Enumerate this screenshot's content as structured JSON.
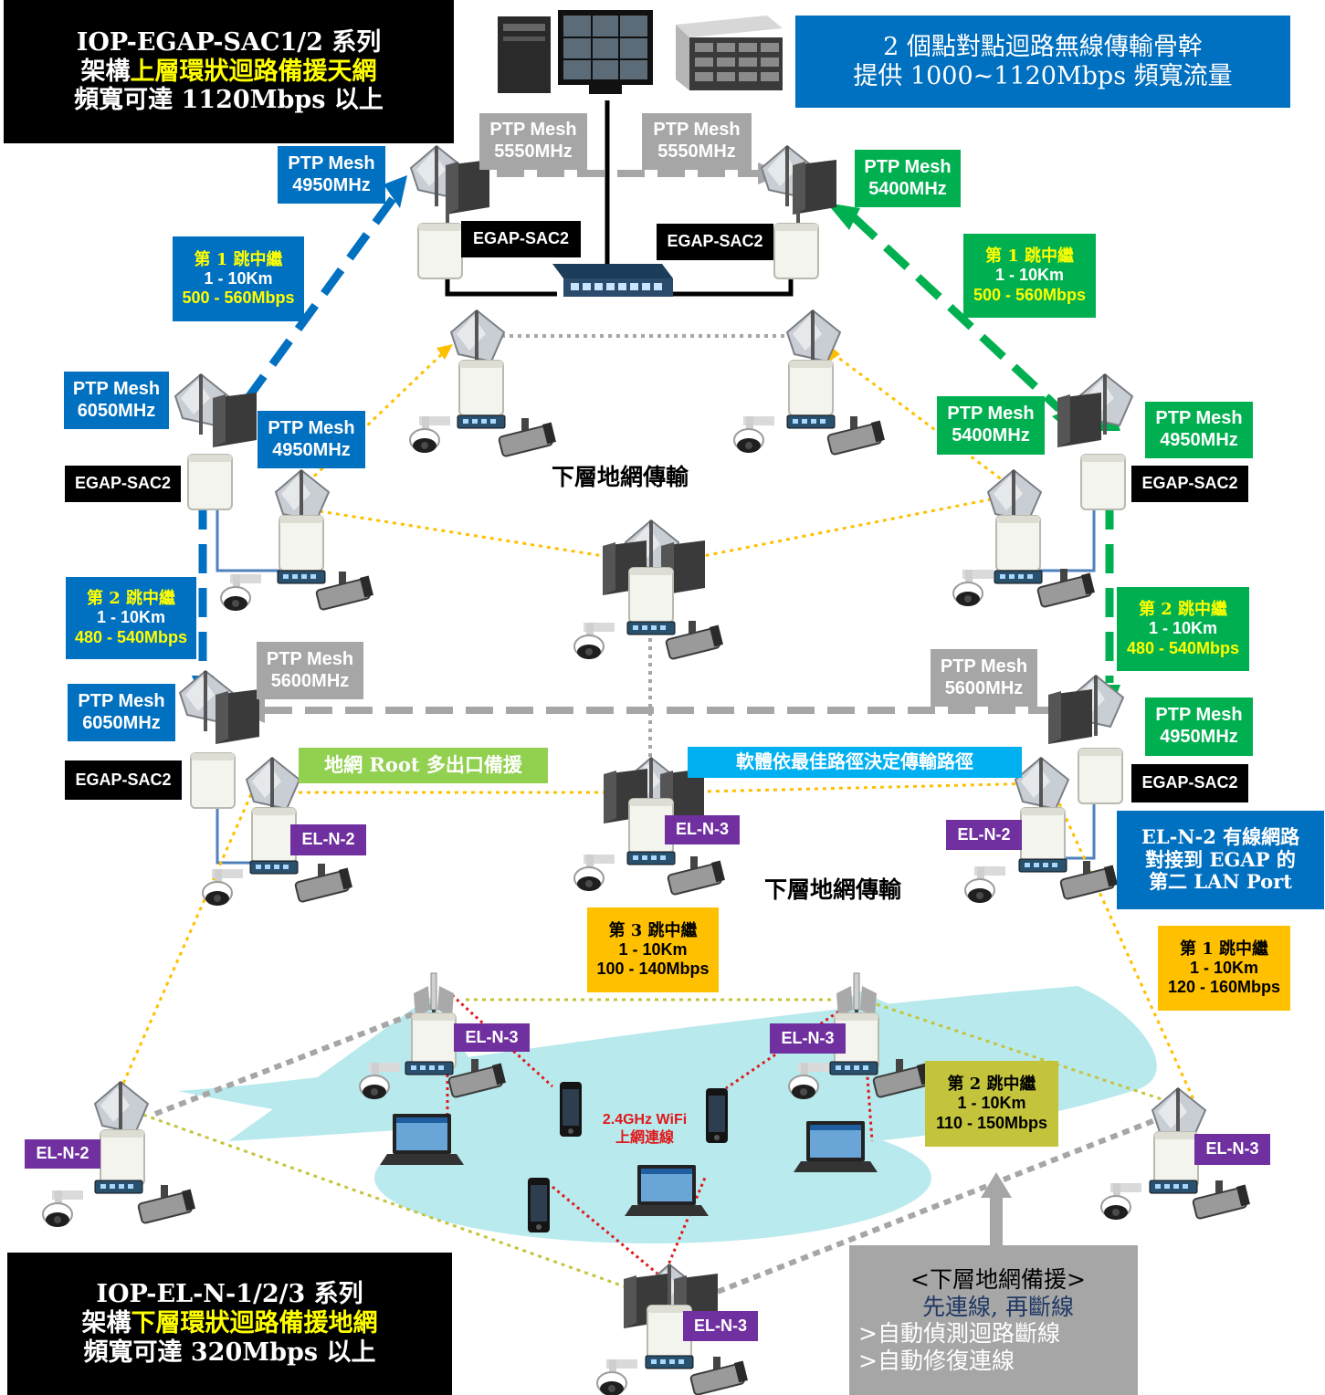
{
  "title_top_left": {
    "l1": "IOP-EGAP-SAC1/2 系列",
    "l2a": "架構",
    "l2b": "上層環狀迴路備援天網",
    "l3": "頻寬可達 1120Mbps 以上"
  },
  "title_top_right": {
    "l1": "2 個點對點迴路無線傳輸骨幹",
    "l2": "提供 1000~1120Mbps 頻寬流量"
  },
  "title_bottom_left": {
    "l1": "IOP-EL-N-1/2/3 系列",
    "l2a": "架構",
    "l2b": "下層環狀迴路備援地網",
    "l3": "頻寬可達 320Mbps 以上"
  },
  "backup_box": {
    "l1": "<下層地網備援>",
    "l2": "先連線, 再斷線",
    "l3": ">自動偵測迴路斷線",
    "l4": ">自動修復連線"
  },
  "ptp": {
    "top_left_gray": {
      "l1": "PTP Mesh",
      "l2": "5550MHz"
    },
    "top_right_gray": {
      "l1": "PTP Mesh",
      "l2": "5550MHz"
    },
    "top_left_blue": {
      "l1": "PTP Mesh",
      "l2": "4950MHz"
    },
    "top_right_green": {
      "l1": "PTP Mesh",
      "l2": "5400MHz"
    },
    "mid_left_blue_a": {
      "l1": "PTP Mesh",
      "l2": "6050MHz"
    },
    "mid_left_blue_b": {
      "l1": "PTP Mesh",
      "l2": "4950MHz"
    },
    "mid_right_green_a": {
      "l1": "PTP Mesh",
      "l2": "5400MHz"
    },
    "mid_right_green_b": {
      "l1": "PTP Mesh",
      "l2": "4950MHz"
    },
    "low_left_blue": {
      "l1": "PTP Mesh",
      "l2": "6050MHz"
    },
    "low_left_gray": {
      "l1": "PTP Mesh",
      "l2": "5600MHz"
    },
    "low_right_gray": {
      "l1": "PTP Mesh",
      "l2": "5600MHz"
    },
    "low_right_green": {
      "l1": "PTP Mesh",
      "l2": "4950MHz"
    }
  },
  "hops": {
    "blue_1": {
      "l1": "第 1 跳中繼",
      "l2": "1 - 10Km",
      "l3": "500 - 560Mbps"
    },
    "green_1": {
      "l1": "第 1 跳中繼",
      "l2": "1 - 10Km",
      "l3": "500 - 560Mbps"
    },
    "blue_2": {
      "l1": "第 2 跳中繼",
      "l2": "1 - 10Km",
      "l3": "480 - 540Mbps"
    },
    "green_2": {
      "l1": "第 2 跳中繼",
      "l2": "1 - 10Km",
      "l3": "480 - 540Mbps"
    },
    "orange_3": {
      "l1": "第 3 跳中繼",
      "l2": "1 - 10Km",
      "l3": "100 - 140Mbps"
    },
    "orange_1": {
      "l1": "第 1 跳中繼",
      "l2": "1 - 10Km",
      "l3": "120 - 160Mbps"
    },
    "olive_2": {
      "l1": "第 2 跳中繼",
      "l2": "1 - 10Km",
      "l3": "110 - 150Mbps"
    }
  },
  "device_tags": {
    "egap_top_left": "EGAP-SAC2",
    "egap_top_right": "EGAP-SAC2",
    "egap_mid_left": "EGAP-SAC2",
    "egap_mid_right": "EGAP-SAC2",
    "egap_low_left": "EGAP-SAC2",
    "egap_low_right": "EGAP-SAC2",
    "eln_left": "EL-N-2",
    "eln_center": "EL-N-3",
    "eln_right": "EL-N-2",
    "eln_bl_left": "EL-N-3",
    "eln_bl_right": "EL-N-3",
    "eln_far_left": "EL-N-2",
    "eln_far_right": "EL-N-3",
    "eln_bottom": "EL-N-3"
  },
  "notes": {
    "root_backup": "地網 Root 多出口備援",
    "best_path": "軟體依最佳路徑決定傳輸路徑",
    "wired": {
      "l1": "EL-N-2 有線網路",
      "l2": "對接到 EGAP 的",
      "l3": "第二 LAN Port"
    },
    "lower_net_1": "下層地網傳輸",
    "lower_net_2": "下層地網傳輸",
    "wifi": {
      "l1": "2.4GHz WiFi",
      "l2": "上網連線"
    }
  },
  "colors": {
    "blue": "#0070c0",
    "green": "#00b050",
    "gray": "#a6a6a6",
    "orange_dots": "#ffc000",
    "purple": "#7030a0",
    "wifi_area": "#7fd8e0",
    "red_links": "#e0181a"
  }
}
